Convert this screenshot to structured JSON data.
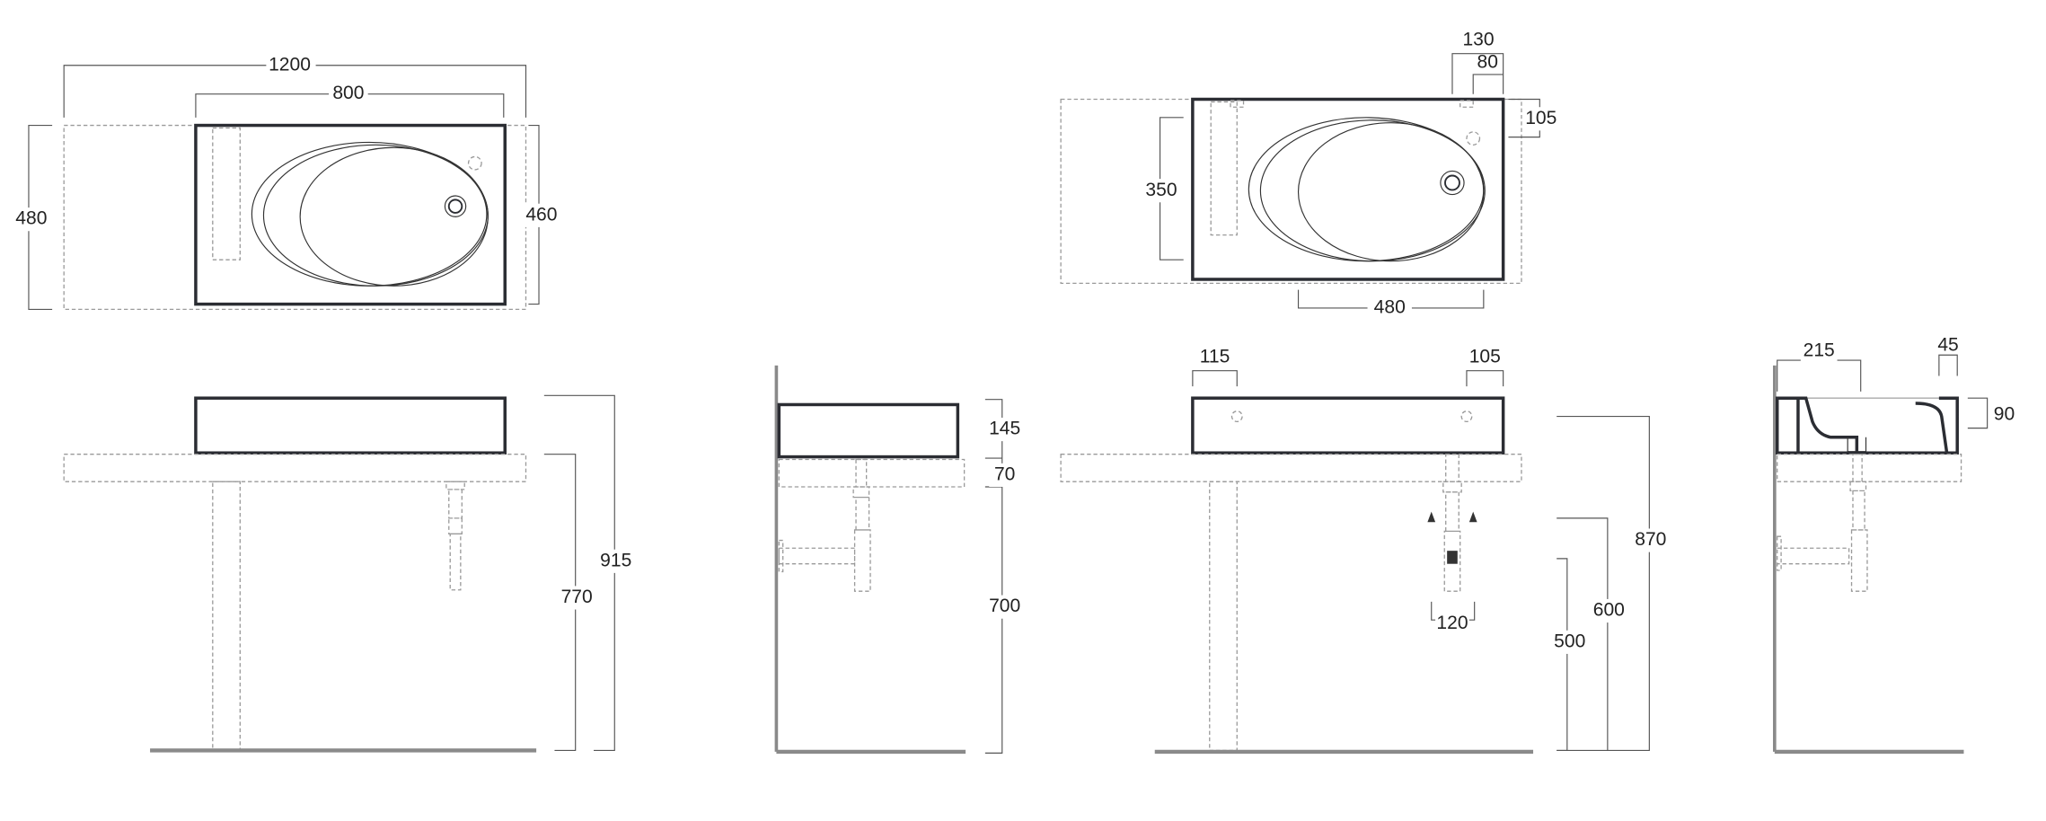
{
  "views": {
    "plan_wide": {
      "width_total": "1200",
      "width_basin": "800",
      "depth_counter": "480",
      "depth_basin": "460"
    },
    "plan_narrow": {
      "basin_offset": "350",
      "drain_span": "480",
      "tap_offset_outer": "130",
      "tap_offset_inner": "80",
      "tap_depth": "105"
    },
    "front_wide": {
      "top_height": "915",
      "counter_height": "770"
    },
    "side_left": {
      "basin_height": "145",
      "counter_thickness": "70",
      "counter_floor": "700"
    },
    "front_narrow": {
      "hole_left": "115",
      "hole_right": "105",
      "tap_spacing": "120",
      "drain_height": "500",
      "tap_height": "600",
      "rim_height": "870"
    },
    "side_right": {
      "section_width": "215",
      "rim_width": "45",
      "bowl_depth": "90"
    }
  }
}
